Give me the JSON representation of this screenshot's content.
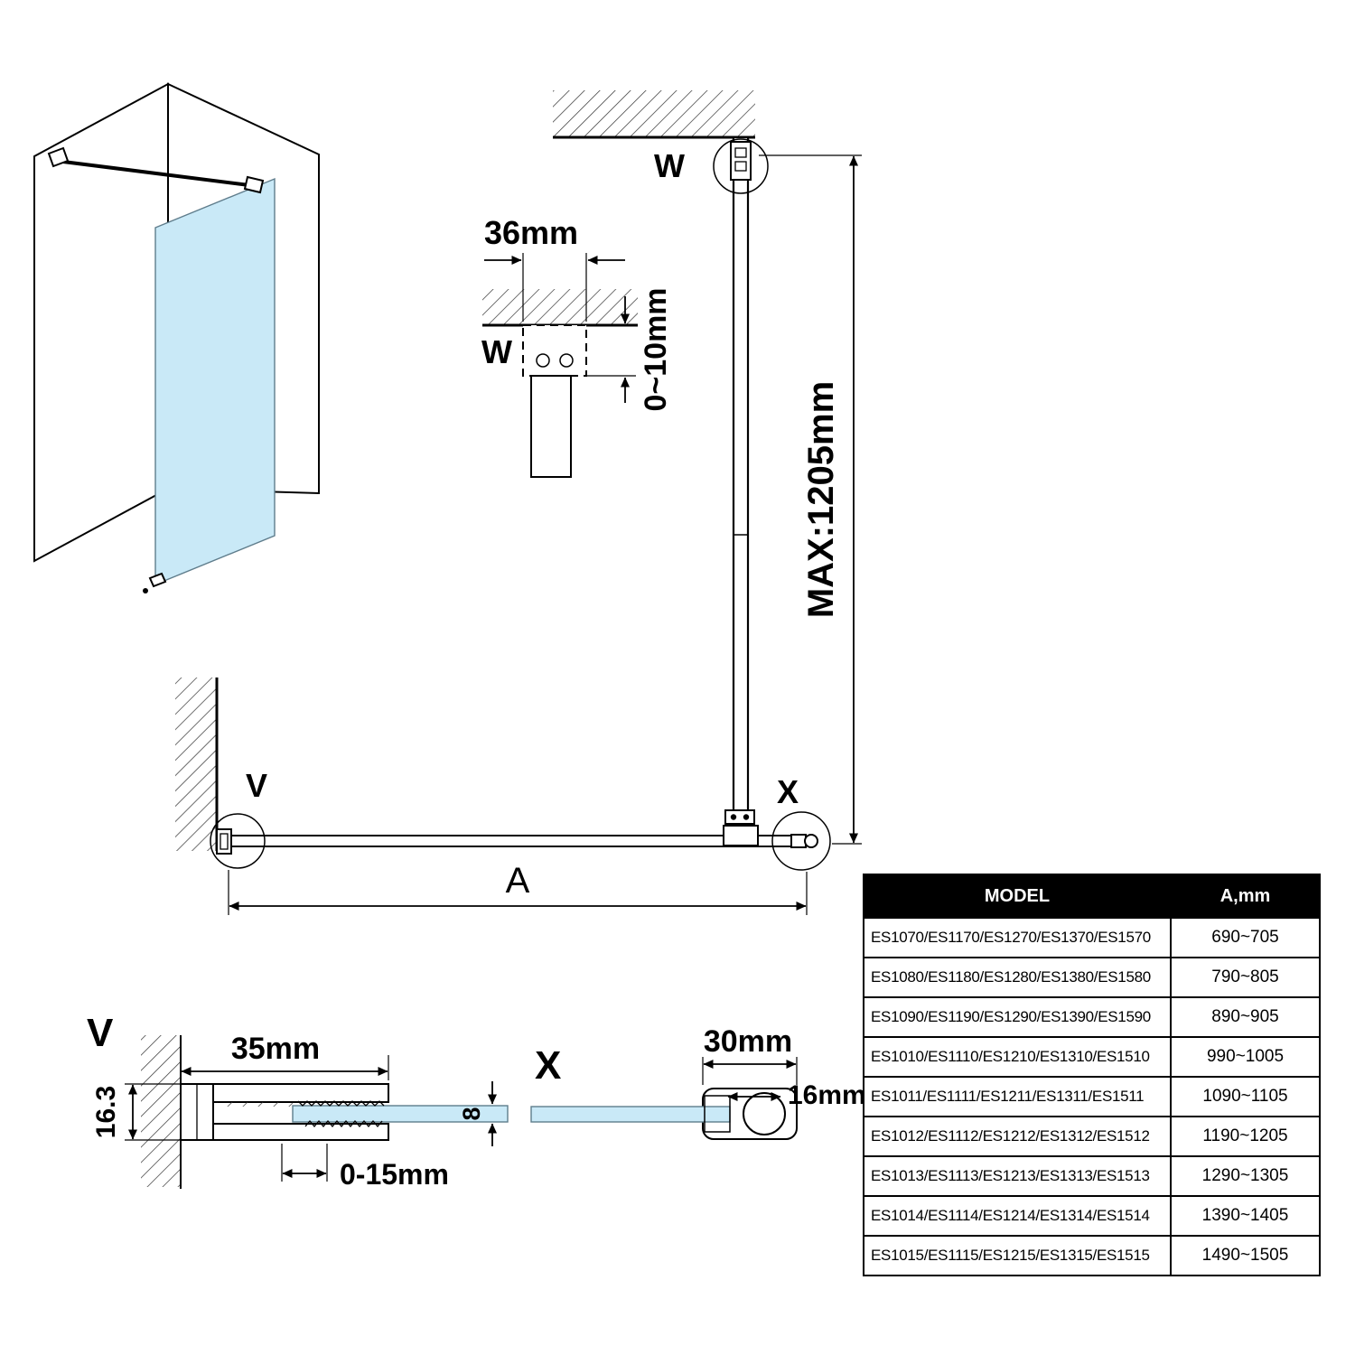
{
  "colors": {
    "line": "#000000",
    "glass_fill": "#c9e9f7",
    "glass_stroke": "#5f7d8c",
    "table_header_bg": "#000000",
    "table_header_text": "#ffffff",
    "table_border": "#000000"
  },
  "labels": {
    "w": "W",
    "v": "V",
    "x": "X",
    "a": "A"
  },
  "dims": {
    "bracket_width": "36mm",
    "ceiling_adjust": "0~10mm",
    "max_bar_length": "MAX:1205mm",
    "profile_depth": "16.3",
    "profile_width": "35mm",
    "glass_adjust": "0-15mm",
    "glass_thickness": "8",
    "bar_section_width": "30mm",
    "bar_section_height": "16mm"
  },
  "table": {
    "headers": [
      "MODEL",
      "A,mm"
    ],
    "rows": [
      {
        "model": "ES1070/ES1170/ES1270/ES1370/ES1570",
        "a": "690~705"
      },
      {
        "model": "ES1080/ES1180/ES1280/ES1380/ES1580",
        "a": "790~805"
      },
      {
        "model": "ES1090/ES1190/ES1290/ES1390/ES1590",
        "a": "890~905"
      },
      {
        "model": "ES1010/ES1110/ES1210/ES1310/ES1510",
        "a": "990~1005"
      },
      {
        "model": "ES1011/ES1111/ES1211/ES1311/ES1511",
        "a": "1090~1105"
      },
      {
        "model": "ES1012/ES1112/ES1212/ES1312/ES1512",
        "a": "1190~1205"
      },
      {
        "model": "ES1013/ES1113/ES1213/ES1313/ES1513",
        "a": "1290~1305"
      },
      {
        "model": "ES1014/ES1114/ES1214/ES1314/ES1514",
        "a": "1390~1405"
      },
      {
        "model": "ES1015/ES1115/ES1215/ES1315/ES1515",
        "a": "1490~1505"
      }
    ]
  }
}
